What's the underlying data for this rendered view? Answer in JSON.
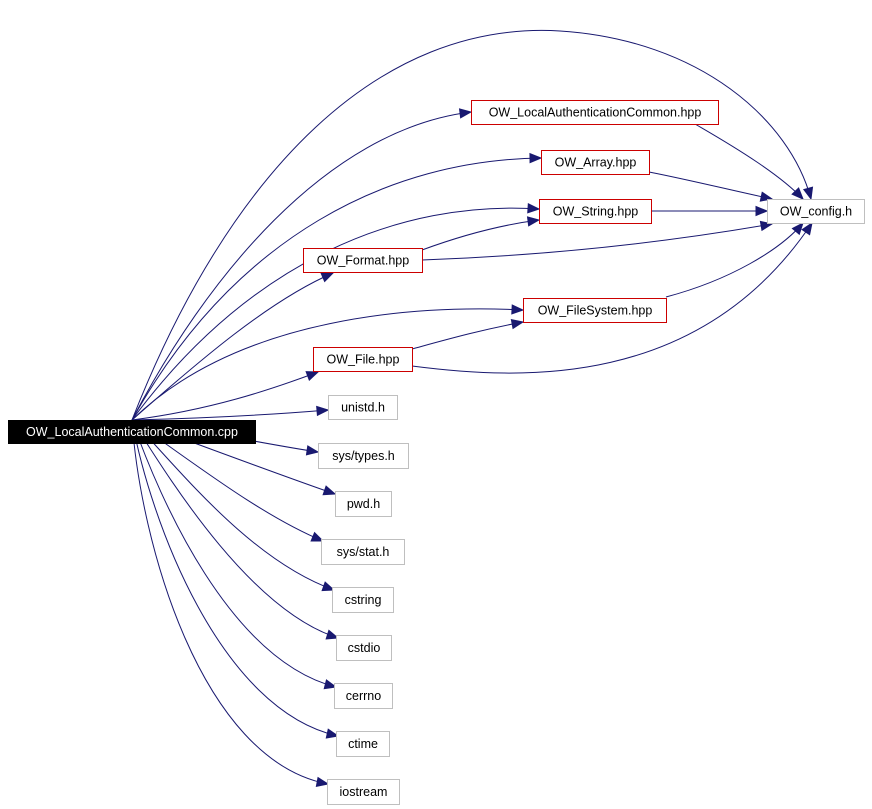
{
  "colors": {
    "edge": "#191970",
    "root_fill": "#000000",
    "root_text": "#ffffff",
    "documented_border": "#cc0000",
    "external_border": "#bfbfbf",
    "node_fill": "#ffffff",
    "node_text": "#000000"
  },
  "nodes": [
    {
      "id": "root",
      "label": "OW_LocalAuthenticationCommon.cpp",
      "kind": "root",
      "clickable": false
    },
    {
      "id": "localauth_hpp",
      "label": "OW_LocalAuthenticationCommon.hpp",
      "kind": "documented",
      "clickable": true
    },
    {
      "id": "array_hpp",
      "label": "OW_Array.hpp",
      "kind": "documented",
      "clickable": true
    },
    {
      "id": "string_hpp",
      "label": "OW_String.hpp",
      "kind": "documented",
      "clickable": true
    },
    {
      "id": "config_h",
      "label": "OW_config.h",
      "kind": "external",
      "clickable": false
    },
    {
      "id": "format_hpp",
      "label": "OW_Format.hpp",
      "kind": "documented",
      "clickable": true
    },
    {
      "id": "filesystem_hpp",
      "label": "OW_FileSystem.hpp",
      "kind": "documented",
      "clickable": true
    },
    {
      "id": "file_hpp",
      "label": "OW_File.hpp",
      "kind": "documented",
      "clickable": true
    },
    {
      "id": "unistd_h",
      "label": "unistd.h",
      "kind": "external",
      "clickable": false
    },
    {
      "id": "systypes_h",
      "label": "sys/types.h",
      "kind": "external",
      "clickable": false
    },
    {
      "id": "pwd_h",
      "label": "pwd.h",
      "kind": "external",
      "clickable": false
    },
    {
      "id": "sysstat_h",
      "label": "sys/stat.h",
      "kind": "external",
      "clickable": false
    },
    {
      "id": "cstring",
      "label": "cstring",
      "kind": "external",
      "clickable": false
    },
    {
      "id": "cstdio",
      "label": "cstdio",
      "kind": "external",
      "clickable": false
    },
    {
      "id": "cerrno",
      "label": "cerrno",
      "kind": "external",
      "clickable": false
    },
    {
      "id": "ctime",
      "label": "ctime",
      "kind": "external",
      "clickable": false
    },
    {
      "id": "iostream",
      "label": "iostream",
      "kind": "external",
      "clickable": false
    }
  ],
  "edges": [
    {
      "from": "root",
      "to": "localauth_hpp"
    },
    {
      "from": "root",
      "to": "array_hpp"
    },
    {
      "from": "root",
      "to": "string_hpp"
    },
    {
      "from": "root",
      "to": "config_h"
    },
    {
      "from": "root",
      "to": "format_hpp"
    },
    {
      "from": "root",
      "to": "filesystem_hpp"
    },
    {
      "from": "root",
      "to": "file_hpp"
    },
    {
      "from": "root",
      "to": "unistd_h"
    },
    {
      "from": "root",
      "to": "systypes_h"
    },
    {
      "from": "root",
      "to": "pwd_h"
    },
    {
      "from": "root",
      "to": "sysstat_h"
    },
    {
      "from": "root",
      "to": "cstring"
    },
    {
      "from": "root",
      "to": "cstdio"
    },
    {
      "from": "root",
      "to": "cerrno"
    },
    {
      "from": "root",
      "to": "ctime"
    },
    {
      "from": "root",
      "to": "iostream"
    },
    {
      "from": "localauth_hpp",
      "to": "config_h"
    },
    {
      "from": "array_hpp",
      "to": "config_h"
    },
    {
      "from": "string_hpp",
      "to": "config_h"
    },
    {
      "from": "format_hpp",
      "to": "string_hpp"
    },
    {
      "from": "format_hpp",
      "to": "config_h"
    },
    {
      "from": "filesystem_hpp",
      "to": "config_h"
    },
    {
      "from": "file_hpp",
      "to": "filesystem_hpp"
    },
    {
      "from": "file_hpp",
      "to": "config_h"
    }
  ]
}
